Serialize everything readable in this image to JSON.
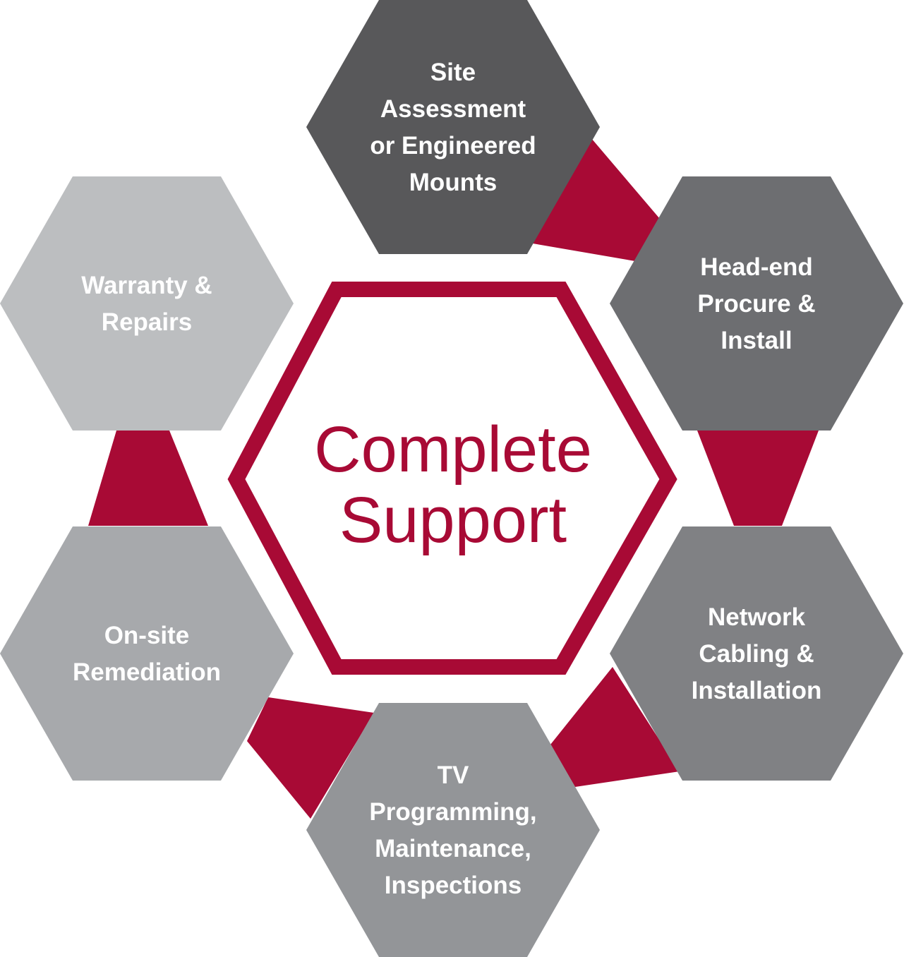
{
  "colors": {
    "accent": "#a80a35",
    "center_fill": "#ffffff",
    "label_text": "#ffffff"
  },
  "center": {
    "lines": [
      "Complete",
      "Support"
    ]
  },
  "hexagons": [
    {
      "id": "site-assessment",
      "lines": [
        "Site",
        "Assessment",
        "or Engineered",
        "Mounts"
      ],
      "color": "#58585a"
    },
    {
      "id": "head-end",
      "lines": [
        "Head-end",
        "Procure &",
        "Install"
      ],
      "color": "#6d6e71"
    },
    {
      "id": "network-cabling",
      "lines": [
        "Network",
        "Cabling &",
        "Installation"
      ],
      "color": "#808184"
    },
    {
      "id": "tv-programming",
      "lines": [
        "TV",
        "Programming,",
        "Maintenance,",
        "Inspections"
      ],
      "color": "#939598"
    },
    {
      "id": "on-site-remediation",
      "lines": [
        "On-site",
        "Remediation"
      ],
      "color": "#a7a9ac"
    },
    {
      "id": "warranty-repairs",
      "lines": [
        "Warranty &",
        "Repairs"
      ],
      "color": "#bcbec0"
    }
  ]
}
